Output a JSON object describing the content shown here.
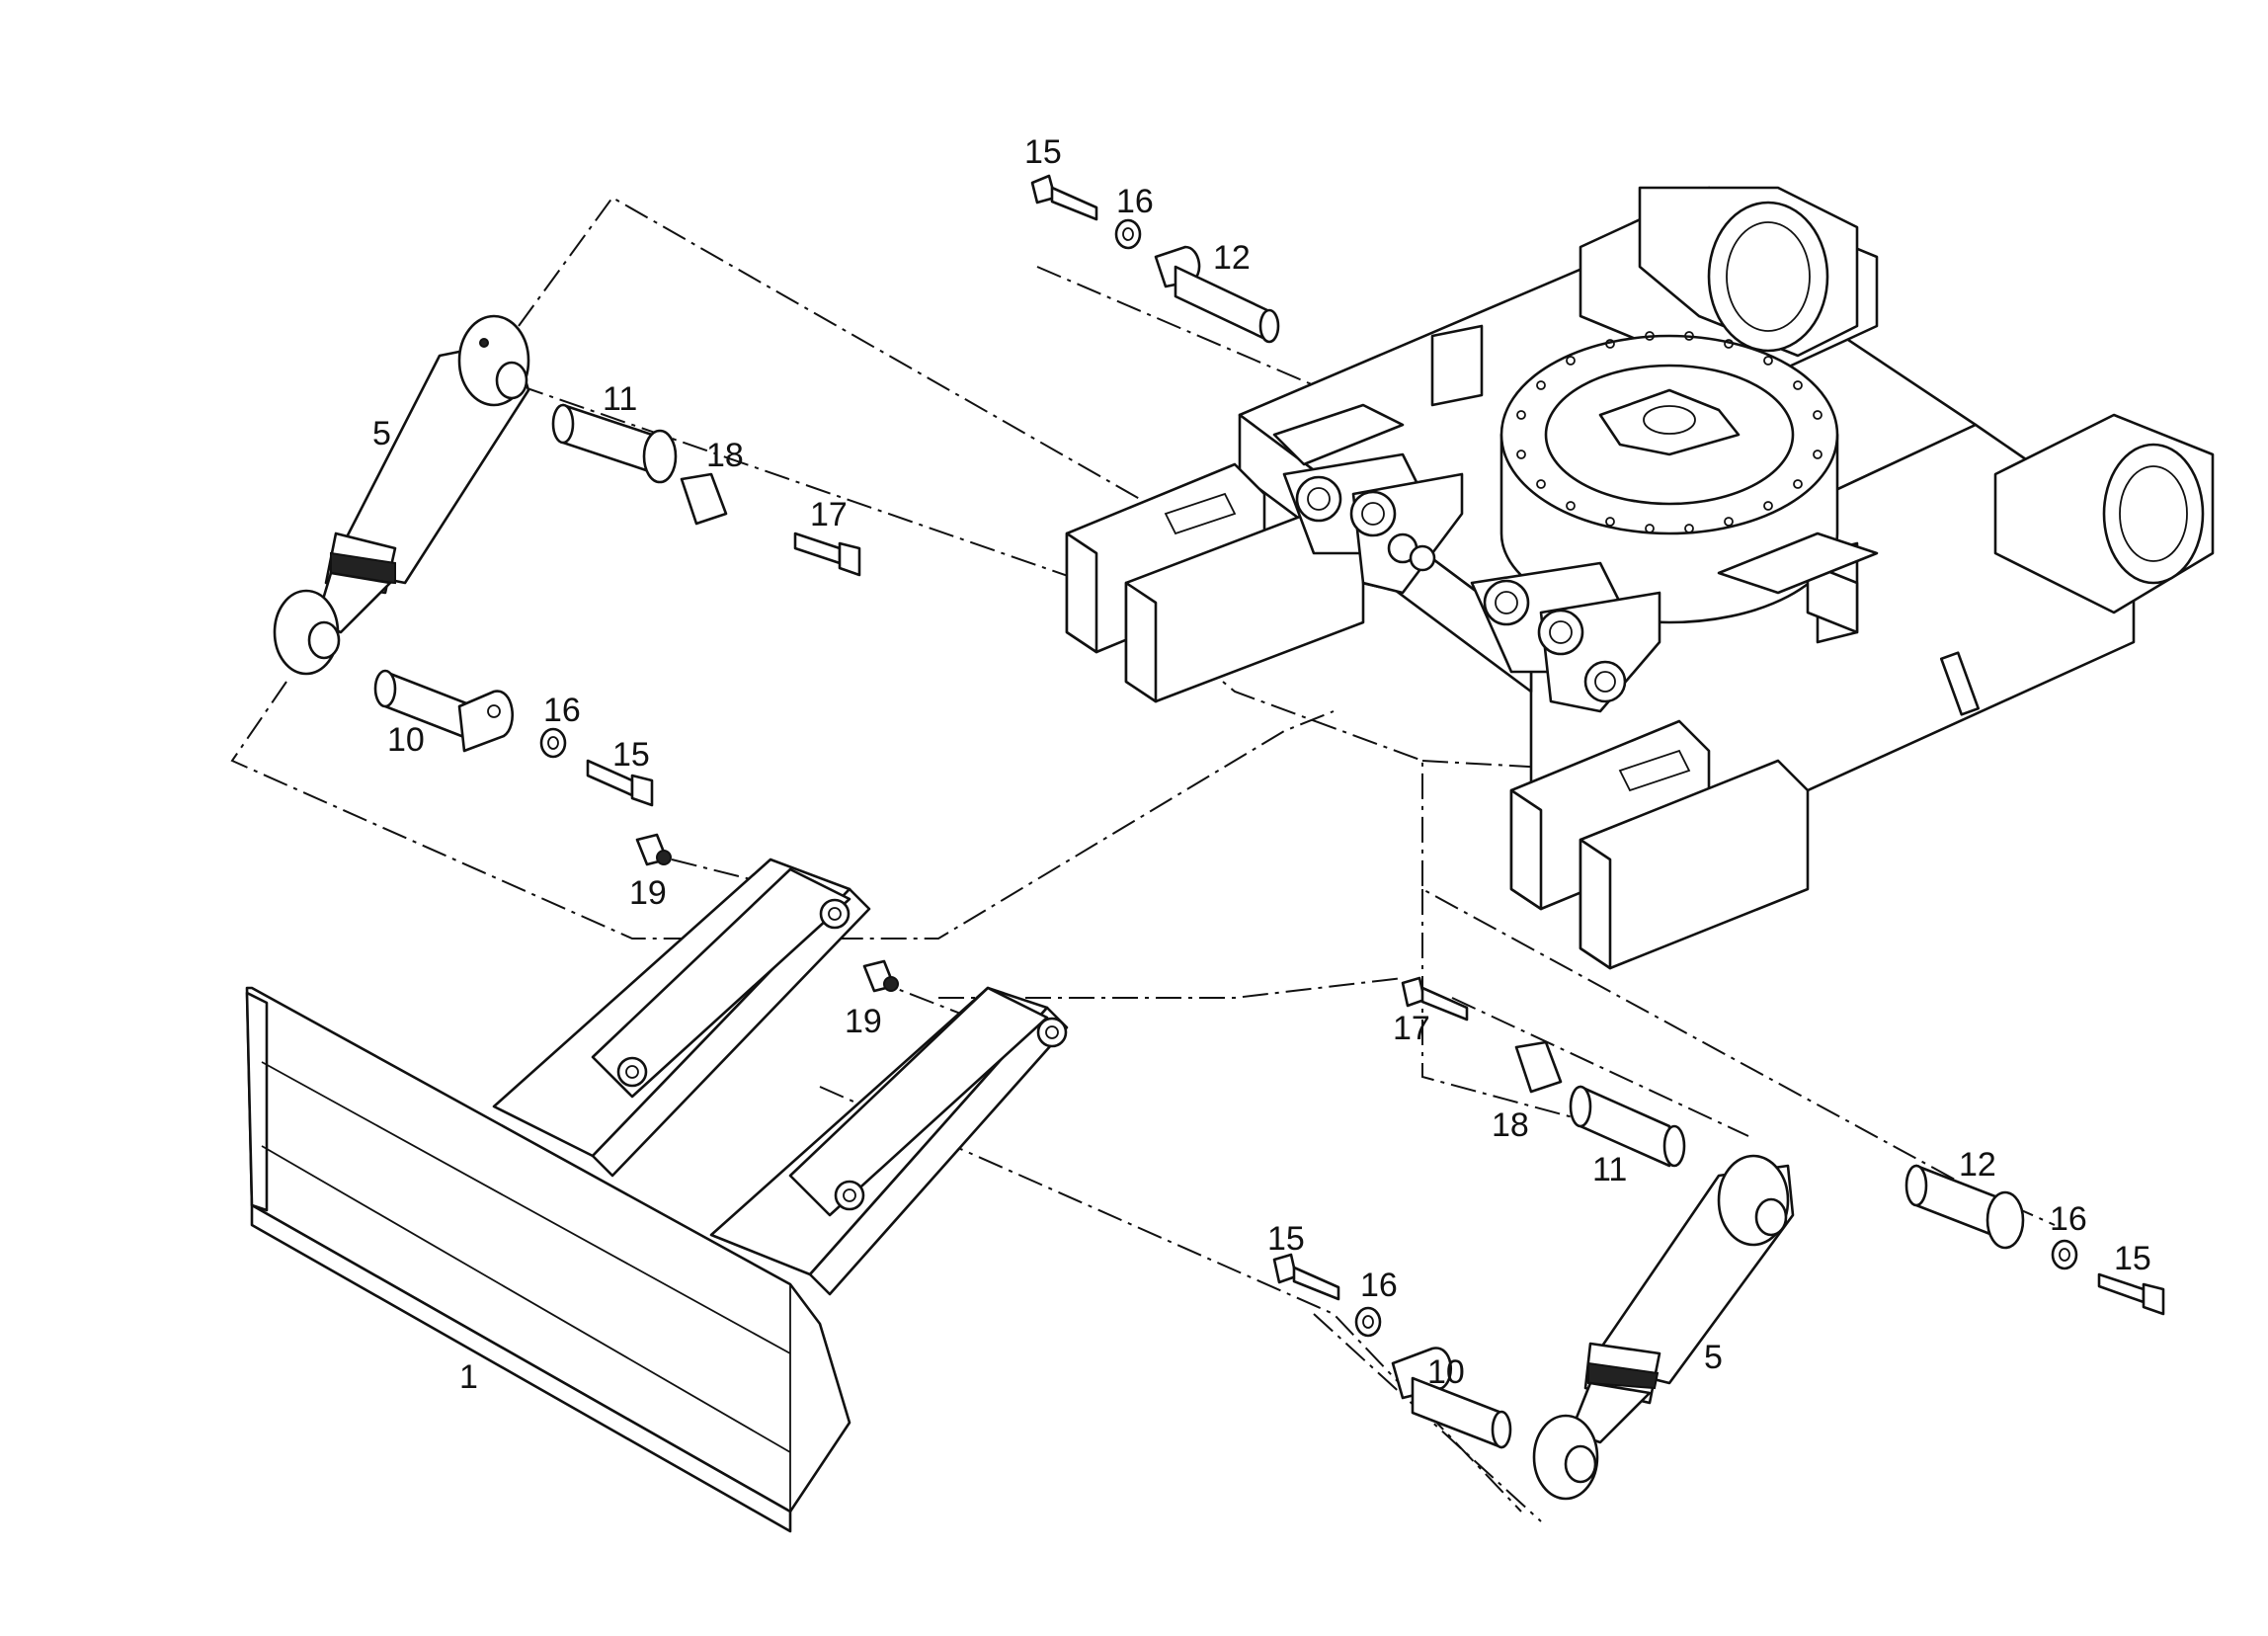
{
  "diagram": {
    "type": "exploded-parts-view",
    "labels": {
      "blade": "1",
      "cylinder_left": "5",
      "cylinder_right": "5",
      "pin_10_left": "10",
      "pin_10_right": "10",
      "pin_11_left": "11",
      "pin_11_right": "11",
      "pin_12_top": "12",
      "pin_12_right": "12",
      "bolt_15_top": "15",
      "bolt_15_left": "15",
      "bolt_15_right": "15",
      "bolt_15_lower": "15",
      "washer_16_top": "16",
      "washer_16_left": "16",
      "washer_16_right": "16",
      "washer_16_lower": "16",
      "bolt_17_left": "17",
      "bolt_17_right": "17",
      "plate_18_left": "18",
      "plate_18_right": "18",
      "nipple_19_left": "19",
      "nipple_19_right": "19"
    },
    "colors": {
      "ink": "#111111",
      "paper": "#ffffff"
    }
  }
}
